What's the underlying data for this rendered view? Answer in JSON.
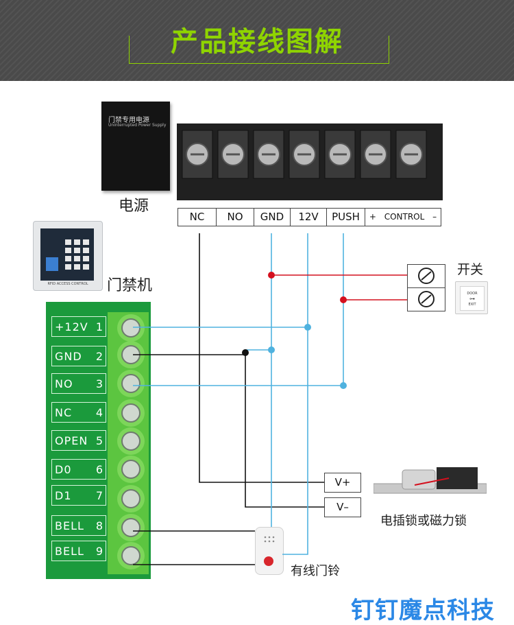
{
  "banner": {
    "title": "产品接线图解",
    "title_color": "#8fd400"
  },
  "power_supply": {
    "caption": "电源",
    "label_cn": "门禁专用电源",
    "label_en": "Uninterrupted Power Supply",
    "terminals": [
      "NC",
      "NO",
      "GND",
      "12V",
      "PUSH",
      "+",
      "CONTROL",
      "–"
    ]
  },
  "access_controller": {
    "caption": "门禁机",
    "device_label": "RFID ACCESS CONTROL",
    "pins": [
      {
        "label": "+12V",
        "num": "1"
      },
      {
        "label": "GND",
        "num": "2"
      },
      {
        "label": "NO",
        "num": "3"
      },
      {
        "label": "NC",
        "num": "4"
      },
      {
        "label": "OPEN",
        "num": "5"
      },
      {
        "label": "D0",
        "num": "6"
      },
      {
        "label": "D1",
        "num": "7"
      },
      {
        "label": "BELL",
        "num": "8"
      },
      {
        "label": "BELL",
        "num": "9"
      }
    ]
  },
  "exit_switch": {
    "caption": "开关",
    "button_text_1": "DOOR",
    "button_text_2": "EXIT"
  },
  "lock": {
    "caption": "电插锁或磁力锁",
    "terminals": [
      "V+",
      "V–"
    ]
  },
  "doorbell": {
    "caption": "有线门铃"
  },
  "watermark": "钉钉魔点科技",
  "colors": {
    "wire_blue": "#4fb2df",
    "wire_red": "#d4101e",
    "wire_black": "#111111",
    "board_green": "#1b9a3c"
  }
}
